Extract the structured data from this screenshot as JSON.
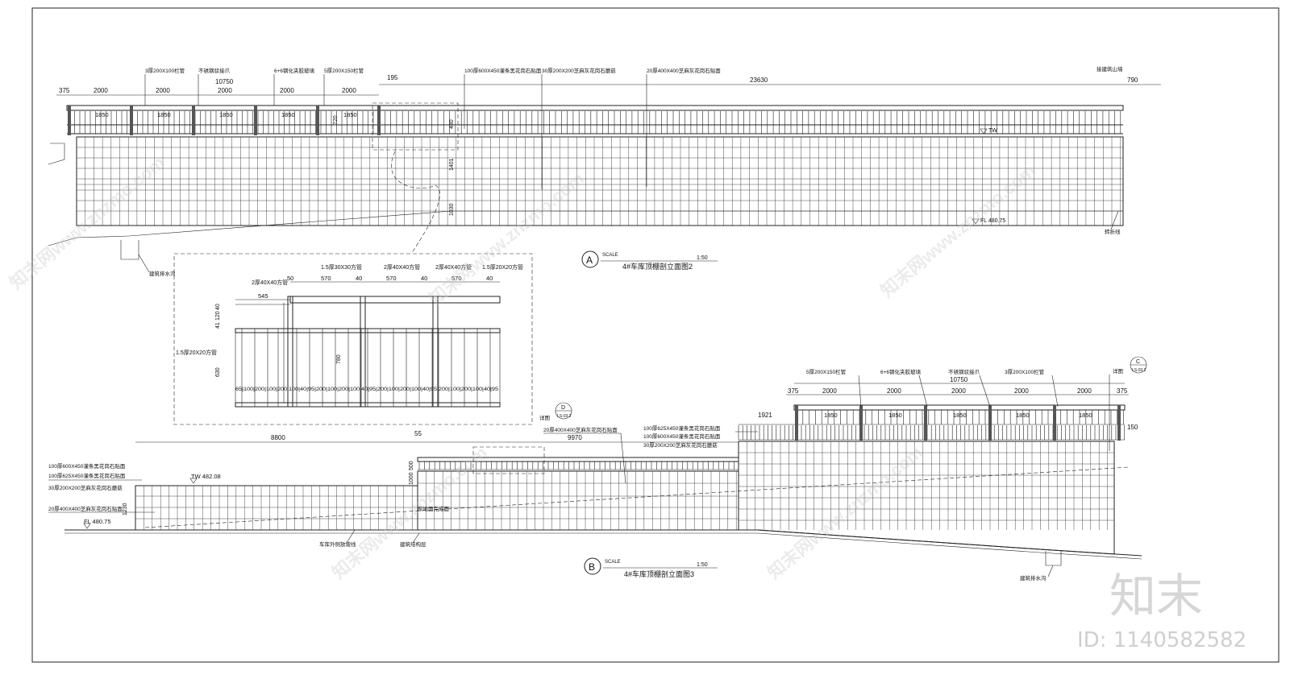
{
  "section_a": {
    "marker": "A",
    "scale_label": "SCALE",
    "scale_value": "1:50",
    "title": "4#车库顶棚剖立面图2",
    "dims_top": [
      "375",
      "2000",
      "2000",
      "2000",
      "2000",
      "2000"
    ],
    "dims_inner": [
      "1850",
      "1850",
      "1850",
      "1850",
      "1850"
    ],
    "dim_10750": "10750",
    "dim_195": "195",
    "dim_23630": "23630",
    "dim_790": "790",
    "notes": [
      "3厚200X100栏管",
      "不锈钢驳接爪",
      "6+6钢化夹胶玻璃",
      "5厚200X150栏管",
      "100厚600X450灌条黑花岗石贴面",
      "30厚200X200芝麻灰花岗石蘑菇",
      "20厚400X400芝麻灰花岗石贴面",
      "接建筑山墙"
    ],
    "vert_dims": [
      "1401",
      "1030",
      "720",
      "480"
    ],
    "level_tw": "TW",
    "level_fl": "FL 480.75",
    "left_notes": [
      "建筑排水沟"
    ],
    "right_note": "转折线"
  },
  "detail": {
    "notes": [
      "1.5厚30X30方管",
      "2厚40X40方管",
      "2厚40X40方管",
      "2厚40X40方管",
      "1.5厚20X20方管",
      "1.5厚20X20方管"
    ],
    "dims": [
      "50",
      "570",
      "40",
      "570",
      "40",
      "570",
      "40",
      "545",
      "41",
      "120",
      "40",
      "630",
      "780"
    ],
    "bottom_dims": "65|100|200|100|200|100|40|95|200|100|200|100|40|95|200|100|200|100|40|95|200|100|200|100|40|95"
  },
  "section_b": {
    "marker": "B",
    "scale_label": "SCALE",
    "scale_value": "1:50",
    "title": "4#车库顶棚剖立面图3",
    "dims_top": [
      "375",
      "2000",
      "2000",
      "2000",
      "2000",
      "2000",
      "375"
    ],
    "dims_inner": [
      "1850",
      "1850",
      "1850",
      "1850",
      "1850"
    ],
    "dim_10750": "10750",
    "dim_1921": "1921",
    "dim_150": "150",
    "dim_8800": "8800",
    "dim_55": "55",
    "dim_9970": "9970",
    "notes_top": [
      "5厚200X150栏管",
      "6+6钢化夹胶玻璃",
      "不锈钢驳接爪",
      "3厚200X100栏管"
    ],
    "notes_mid": [
      "20厚400X400芝麻灰花岗石贴面",
      "100厚625X450灌条黑花岗石贴面",
      "100厚600X450灌条黑花岗石贴面",
      "30厚200X200芝麻灰花岗石蘑菇"
    ],
    "notes_left": [
      "100厚600X450灌条黑花岗石贴面",
      "100厚625X450灌条黑花岗石贴面",
      "30厚200X200芝麻灰花岗石蘑菇",
      "20厚400X400芝麻灰花岗石贴面"
    ],
    "level_tw": "TW 482.08",
    "level_fl": "FL 480.75",
    "vert_dims": [
      "1230",
      "500",
      "1000"
    ],
    "bottom_notes": [
      "车库外侧放坡线",
      "建筑结构层",
      "建筑排水沟",
      "原地面完成面"
    ],
    "callout_c": "C",
    "callout_c_sub": "LS-03.2",
    "callout_d": "D",
    "callout_d_sub": "LS-03.2",
    "detail_label": "详图"
  },
  "watermark": {
    "logo": "知末",
    "id": "ID: 1140582582",
    "site_text": "知末网www.znzmo.com"
  }
}
